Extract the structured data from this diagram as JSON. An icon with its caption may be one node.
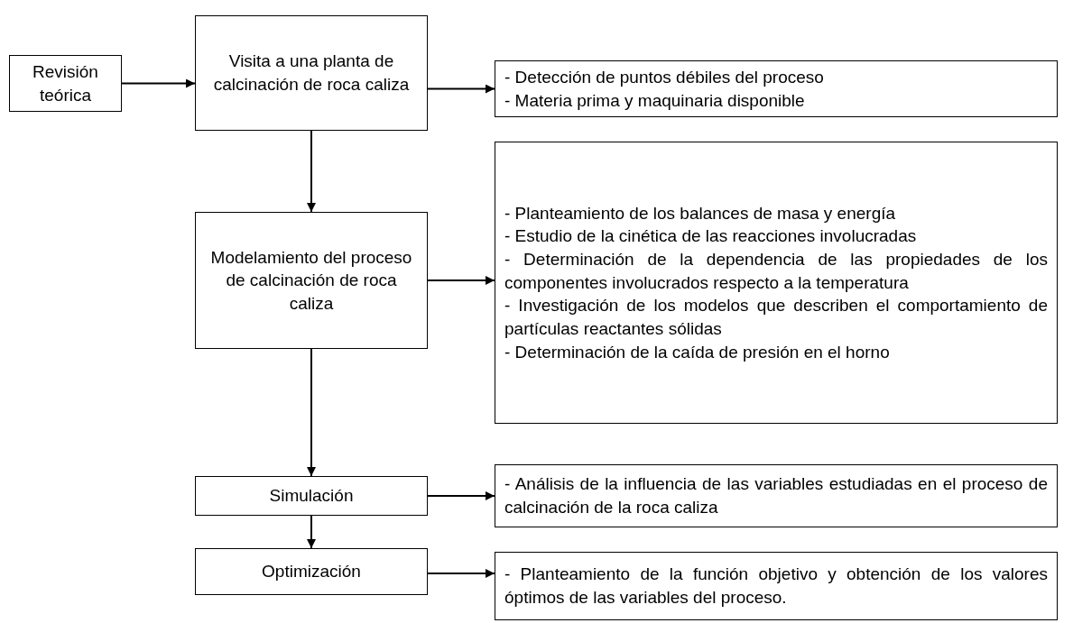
{
  "diagram": {
    "nodes": [
      {
        "text": [
          "Revisión teórica"
        ]
      },
      {
        "text": [
          "Visita a una planta de calcinación de roca caliza"
        ]
      },
      {
        "text": [
          "- Detección de puntos débiles del proceso",
          "- Materia prima y maquinaria disponible"
        ]
      },
      {
        "text": [
          "Modelamiento del proceso de calcinación de roca caliza"
        ]
      },
      {
        "text": [
          "- Planteamiento de los balances de masa y energía",
          "- Estudio de la cinética de las reacciones involucradas",
          "- Determinación de la dependencia de las propiedades de los componentes involucrados respecto a la temperatura",
          "- Investigación de los modelos que describen el comportamiento de partículas reactantes sólidas",
          "- Determinación de la caída de presión en el horno"
        ]
      },
      {
        "text": [
          "Simulación"
        ]
      },
      {
        "text": [
          "- Análisis de la influencia de las variables estudiadas en el proceso de calcinación de la roca caliza"
        ]
      },
      {
        "text": [
          "Optimización"
        ]
      },
      {
        "text": [
          "- Planteamiento de la función objetivo y obtención de los valores óptimos de las variables del proceso."
        ]
      }
    ],
    "edges": [
      {
        "from": 0,
        "to": 1,
        "arrow": "to"
      },
      {
        "from": 1,
        "to": 2,
        "arrow": "to"
      },
      {
        "from": 1,
        "to": 3,
        "arrow": "to"
      },
      {
        "from": 3,
        "to": 4,
        "arrow": "to"
      },
      {
        "from": 3,
        "to": 5,
        "arrow": "to"
      },
      {
        "from": 5,
        "to": 6,
        "arrow": "to"
      },
      {
        "from": 5,
        "to": 7,
        "arrow": "to"
      },
      {
        "from": 7,
        "to": 8,
        "arrow": "to"
      }
    ]
  }
}
